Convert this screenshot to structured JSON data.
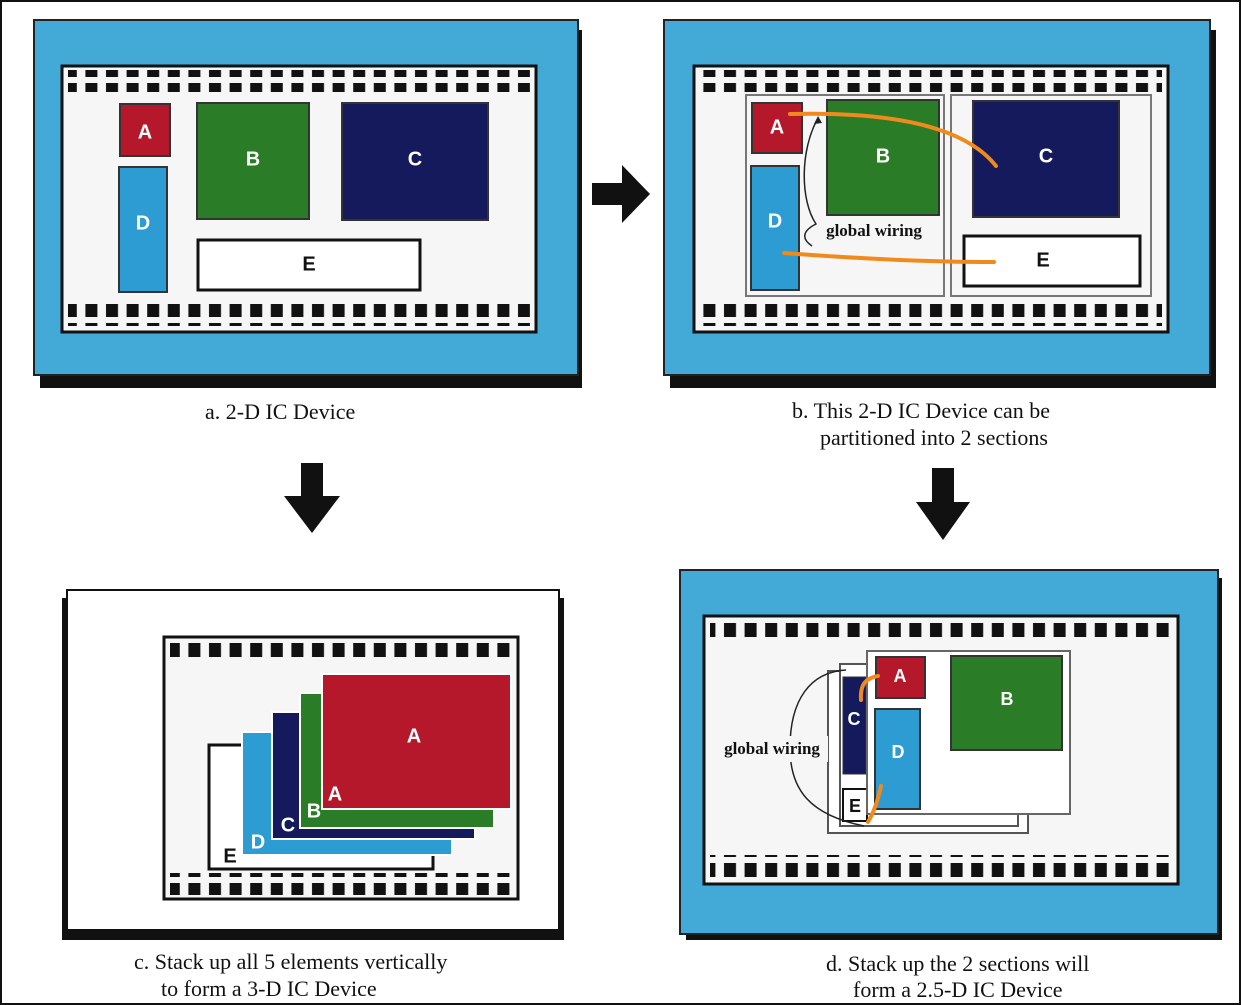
{
  "panels": {
    "a": {
      "caption": "a. 2-D IC Device",
      "blocks": {
        "a": "A",
        "b": "B",
        "c": "C",
        "d": "D",
        "e": "E"
      }
    },
    "b": {
      "caption_line1": "b. This 2-D IC Device can be",
      "caption_line2": "partitioned into 2 sections",
      "wiring_label": "global wiring",
      "blocks": {
        "a": "A",
        "b": "B",
        "c": "C",
        "d": "D",
        "e": "E"
      }
    },
    "c": {
      "caption_line1": "c. Stack up all 5 elements vertically",
      "caption_line2": "to form a 3-D IC Device",
      "layers": {
        "e": "E",
        "d": "D",
        "c": "C",
        "b": "B",
        "a": "A",
        "a_main": "A"
      }
    },
    "d": {
      "caption_line1": "d. Stack up the 2 sections will",
      "caption_line2": "form a 2.5-D IC Device",
      "wiring_label": "global wiring",
      "blocks": {
        "a": "A",
        "b": "B",
        "c": "C",
        "d": "D",
        "e": "E"
      }
    }
  },
  "colors": {
    "frame_blue": "#43a9d6",
    "block_red": "#b5182a",
    "block_green": "#2a7d26",
    "block_navy": "#141a5c",
    "block_cyan": "#2c9cd3",
    "wire_orange": "#f08a1c"
  }
}
